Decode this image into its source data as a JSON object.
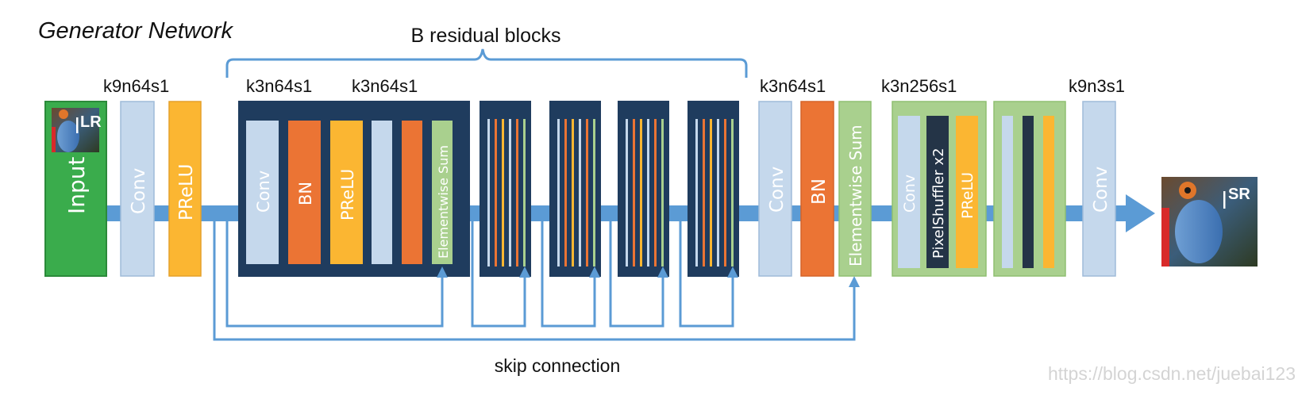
{
  "title": "Generator Network",
  "brace_label": "B residual blocks",
  "skip_label": "skip connection",
  "watermark": "https://blog.csdn.net/juebai123",
  "input_label": "Input",
  "input_tag": "LR",
  "output_tag": "SR",
  "kernel_labels": {
    "first_conv": "k9n64s1",
    "res_conv_1": "k3n64s1",
    "res_conv_2": "k3n64s1",
    "post_conv": "k3n64s1",
    "upsample_conv": "k3n256s1",
    "final_conv": "k9n3s1"
  },
  "layers": {
    "conv": "Conv",
    "prelu": "PReLU",
    "bn": "BN",
    "elementwise_sum": "Elementwise Sum",
    "pixel_shuffler": "PixelShuffler x2"
  },
  "colors": {
    "input_green": "#3aac4c",
    "conv_blue": "#c5d8ec",
    "prelu_yellow": "#fbb632",
    "bn_orange": "#eb7434",
    "sum_green": "#a9d08e",
    "block_navy": "#1f3c5e",
    "upsample_bg": "#a9d08e",
    "pixelshuffler_dark": "#243447",
    "arrow_blue": "#5b9bd5"
  }
}
